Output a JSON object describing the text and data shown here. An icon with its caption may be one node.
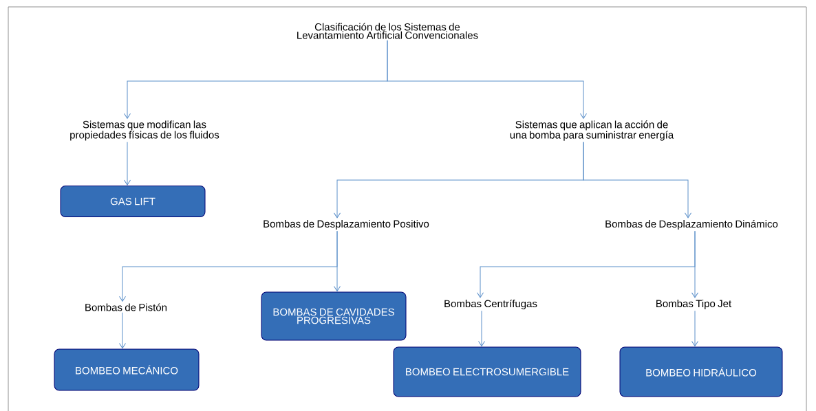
{
  "diagram": {
    "nodes": [
      {
        "text": [
          "Clasificación de los Sistemas de Levantamiento Artificial Convencionales"
        ]
      },
      {
        "text": [
          "Sistemas que modifican las propiedades físicas de los fluidos"
        ]
      },
      {
        "text": [
          "Sistemas que aplican la acción de una bomba para suministrar energía"
        ]
      },
      {
        "text": [
          "GAS LIFT"
        ]
      },
      {
        "text": [
          "Bombas de Desplazamiento Positivo"
        ]
      },
      {
        "text": [
          "Bombas de Desplazamiento Dinámico"
        ]
      },
      {
        "text": [
          "Bombas de Pistón"
        ]
      },
      {
        "text": [
          "BOMBAS DE CAVIDADES PROGRESIVAS"
        ]
      },
      {
        "text": [
          "Bombas Centrífugas"
        ]
      },
      {
        "text": [
          "Bombas Tipo Jet"
        ]
      },
      {
        "text": [
          "BOMBEO MECÁNICO"
        ]
      },
      {
        "text": [
          "BOMBEO ELECTROSUMERGIBLE"
        ]
      },
      {
        "text": [
          "BOMBEO HIDRÁULICO"
        ]
      }
    ],
    "edges": [
      {
        "from": 0,
        "to": 1,
        "arrow": "to"
      },
      {
        "from": 0,
        "to": 2,
        "arrow": "to"
      },
      {
        "from": 1,
        "to": 3,
        "arrow": "to"
      },
      {
        "from": 2,
        "to": 4,
        "arrow": "to"
      },
      {
        "from": 2,
        "to": 5,
        "arrow": "to"
      },
      {
        "from": 4,
        "to": 6,
        "arrow": "to"
      },
      {
        "from": 4,
        "to": 7,
        "arrow": "to"
      },
      {
        "from": 5,
        "to": 8,
        "arrow": "to"
      },
      {
        "from": 5,
        "to": 9,
        "arrow": "to"
      },
      {
        "from": 6,
        "to": 10,
        "arrow": "to"
      },
      {
        "from": 8,
        "to": 11,
        "arrow": "to"
      },
      {
        "from": 9,
        "to": 12,
        "arrow": "to"
      }
    ]
  }
}
